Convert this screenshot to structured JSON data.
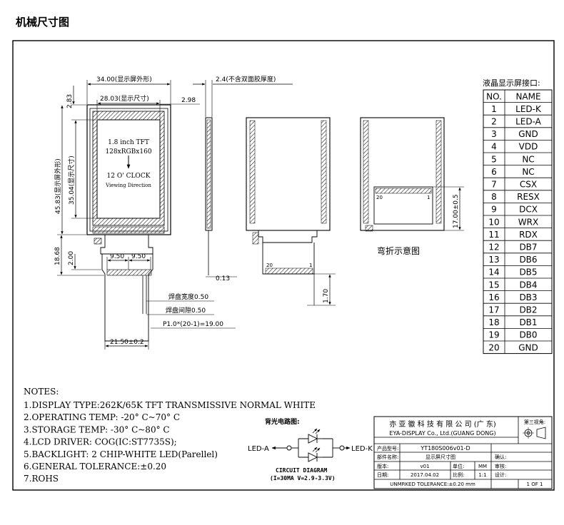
{
  "page_title": "机械尺寸图",
  "dims": {
    "outer_width": "34.00(显示屏外形)",
    "thickness": "2.4(不含双面胶厚度)",
    "aa_width": "28.03(显示尺寸)",
    "right_margin": "2.98",
    "top_margin": "2.83",
    "outer_height": "45.83(显示屏外形)",
    "aa_height": "35.04(显示尺寸)",
    "tail_length": "18.68",
    "tail_step": "2.00",
    "pin_off1": "9.50",
    "pin_off2": "9.50",
    "fpc_thick": "0.13",
    "pad_width": "焊盘宽度0.50",
    "pad_gap": "焊盘间隙0.50",
    "pitch": "P1.0*(20-1)=19.00",
    "fpc_width": "21.50±0.2",
    "bend_height": "17.00±0.5",
    "bend_offset": "1.70"
  },
  "screen": {
    "line1": "1.8 inch TFT",
    "line2": "128xRGBx160",
    "line3": "12 O' CLOCK",
    "line4": "Viewing Direction"
  },
  "bend_caption": "弯折示意图",
  "pin_label_20": "20",
  "pin_label_1": "1",
  "interface": {
    "title": "液晶显示屏接口:",
    "headers": [
      "NO.",
      "NAME"
    ],
    "rows": [
      [
        "1",
        "LED-K"
      ],
      [
        "2",
        "LED-A"
      ],
      [
        "3",
        "GND"
      ],
      [
        "4",
        "VDD"
      ],
      [
        "5",
        "NC"
      ],
      [
        "6",
        "NC"
      ],
      [
        "7",
        "CSX"
      ],
      [
        "8",
        "RESX"
      ],
      [
        "9",
        "DCX"
      ],
      [
        "10",
        "WRX"
      ],
      [
        "11",
        "RDX"
      ],
      [
        "12",
        "DB7"
      ],
      [
        "13",
        "DB6"
      ],
      [
        "14",
        "DB5"
      ],
      [
        "15",
        "DB4"
      ],
      [
        "16",
        "DB3"
      ],
      [
        "17",
        "DB2"
      ],
      [
        "18",
        "DB1"
      ],
      [
        "19",
        "DB0"
      ],
      [
        "20",
        "GND"
      ]
    ]
  },
  "notes": {
    "title": "NOTES:",
    "items": [
      "1.DISPLAY TYPE:262K/65K TFT TRANSMISSIVE NORMAL WHITE",
      "2.OPERATING TEMP: -20° C~70° C",
      "3.STORAGE TEMP: -30° C~80° C",
      "4.LCD DRIVER: COG(IC:ST7735S);",
      "5.BACKLIGHT: 2 CHIP-WHITE LED(Parellel)",
      "6.GENERAL TOLERANCE:±0.20",
      "7.ROHS"
    ]
  },
  "backlight": {
    "title": "背光电路图:",
    "led_a": "LED-A",
    "led_k": "LED-K",
    "diagram_label": "CIRCUIT DIAGRAM",
    "diagram_spec": "(I=30MA V=2.9-3.3V)"
  },
  "title_block": {
    "company_cn": "亦 亚 徽 科 技 有 限 公 司 (广 东)",
    "company_en": "EYA-DISPLAY Co., Ltd.(GUANG DONG)",
    "third_view": "第三视角:",
    "product_no_label": "产品型号:",
    "product_no": "YT180S006v01-D",
    "part_name_label": "部件名称:",
    "part_name": "显示屏尺寸图",
    "confirm_label": "确认:",
    "version_label": "版本:",
    "version": "v01",
    "unit_label": "单位:",
    "unit": "MM",
    "review_label": "审核:",
    "date_label": "日期:",
    "date": "2017.04.02",
    "scale_label": "比例:",
    "scale": "1:1",
    "design_label": "设计:",
    "tolerance": "UNMRKED  TOLERANCE:±0.20 mm",
    "sheet": "1  OF  1"
  }
}
